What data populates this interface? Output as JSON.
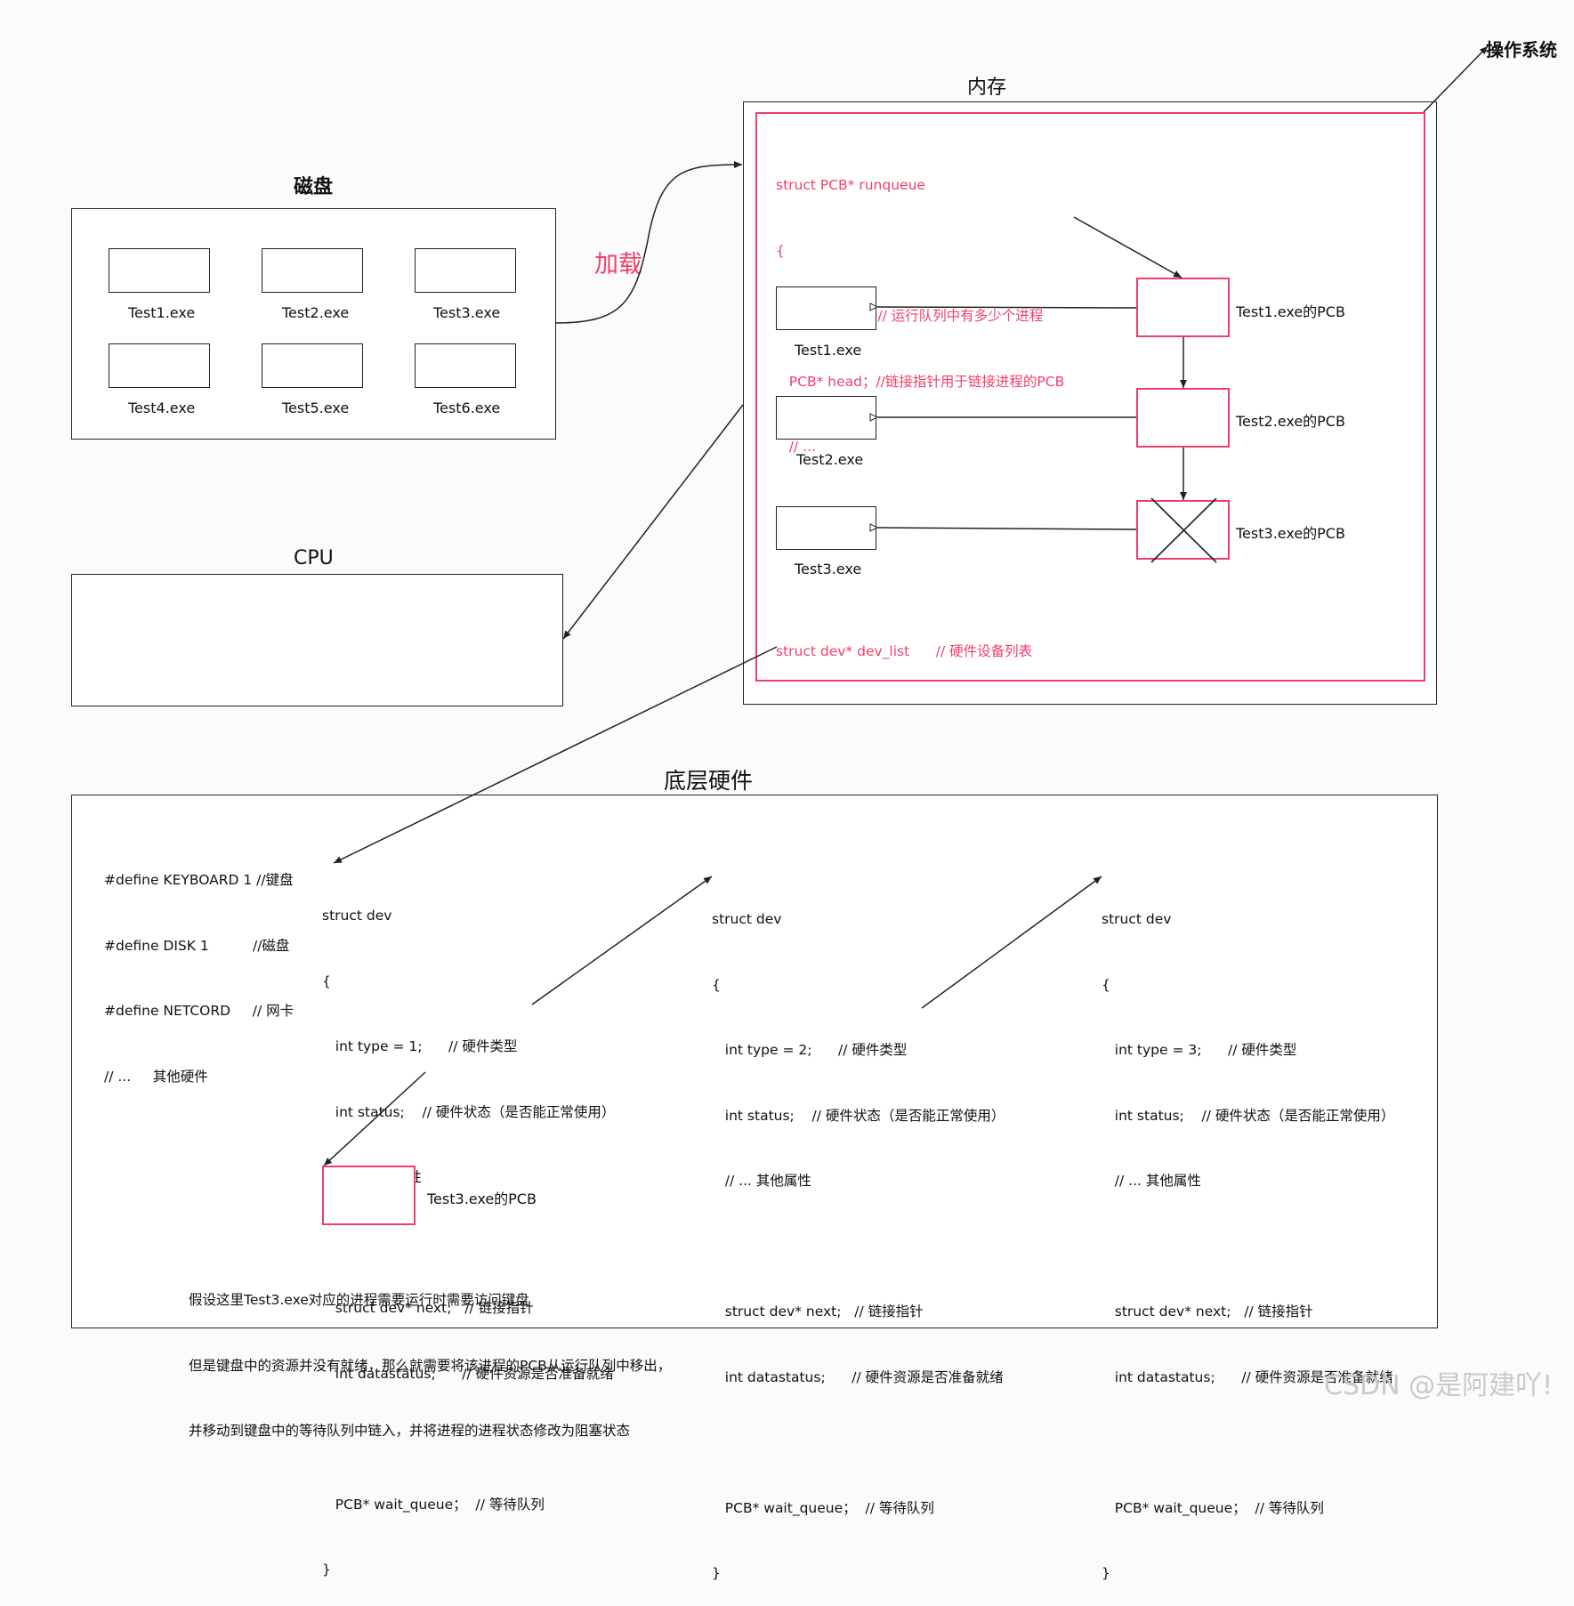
{
  "os_label": "操作系统",
  "memory": {
    "title": "内存",
    "runqueue_code": [
      "struct PCB* runqueue",
      "{",
      "   int num;       // 运行队列中有多少个进程",
      "   PCB* head；//链接指针用于链接进程的PCB",
      "   // ...",
      "}"
    ],
    "exe_labels": [
      "Test1.exe",
      "Test2.exe",
      "Test3.exe"
    ],
    "pcb_labels": [
      "Test1.exe的PCB",
      "Test2.exe的PCB",
      "Test3.exe的PCB"
    ],
    "dev_list_code": "struct dev* dev_list      // 硬件设备列表"
  },
  "disk": {
    "title": "磁盘",
    "files": [
      "Test1.exe",
      "Test2.exe",
      "Test3.exe",
      "Test4.exe",
      "Test5.exe",
      "Test6.exe"
    ]
  },
  "load_label": "加载",
  "cpu": {
    "title": "CPU"
  },
  "hardware": {
    "title": "底层硬件",
    "defines": [
      "#define KEYBOARD 1 //键盘",
      "#define DISK 1          //磁盘",
      "#define NETCORD     // 网卡",
      "// ...     其他硬件"
    ],
    "devs": [
      {
        "lines": [
          "struct dev",
          "{",
          "   int type = 1;      // 硬件类型",
          "   int status;    // 硬件状态（是否能正常使用）",
          "   // ... 其他属性",
          "",
          "   struct dev* next;   // 链接指针",
          "   int datastatus;      // 硬件资源是否准备就绪",
          "",
          "   PCB* wait_queue；  // 等待队列",
          "}"
        ]
      },
      {
        "lines": [
          "struct dev",
          "{",
          "   int type = 2;      // 硬件类型",
          "   int status;    // 硬件状态（是否能正常使用）",
          "   // ... 其他属性",
          "",
          "   struct dev* next;   // 链接指针",
          "   int datastatus;      // 硬件资源是否准备就绪",
          "",
          "   PCB* wait_queue；  // 等待队列",
          "}"
        ]
      },
      {
        "lines": [
          "struct dev",
          "{",
          "   int type = 3;      // 硬件类型",
          "   int status;    // 硬件状态（是否能正常使用）",
          "   // ... 其他属性",
          "",
          "   struct dev* next;   // 链接指针",
          "   int datastatus;      // 硬件资源是否准备就绪",
          "",
          "   PCB* wait_queue；  // 等待队列",
          "}"
        ]
      }
    ],
    "wait_pcb_label": "Test3.exe的PCB",
    "note": [
      "假设这里Test3.exe对应的进程需要运行时需要访问键盘",
      "但是键盘中的资源并没有就绪，那么就需要将该进程的PCB从运行队列中移出，",
      "并移动到键盘中的等待队列中链入，并将进程的进程状态修改为阻塞状态"
    ]
  },
  "watermark": "CSDN @是阿建吖!",
  "colors": {
    "accent": "#f0406a",
    "line": "#222222"
  }
}
